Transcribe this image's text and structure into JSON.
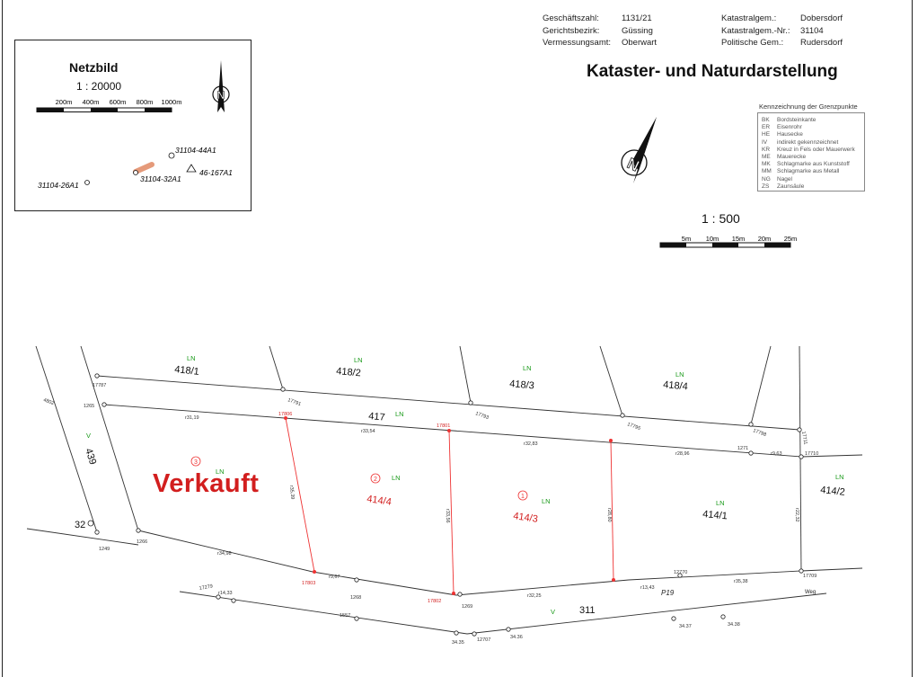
{
  "header": {
    "left": [
      {
        "label": "Geschäftszahl:",
        "value": "1131/21"
      },
      {
        "label": "Gerichtsbezirk:",
        "value": "Güssing"
      },
      {
        "label": "Vermessungsamt:",
        "value": "Oberwart"
      }
    ],
    "right": [
      {
        "label": "Katastralgem.:",
        "value": "Dobersdorf"
      },
      {
        "label": "Katastralgem.-Nr.:",
        "value": "31104"
      },
      {
        "label": "Politische Gem.:",
        "value": "Rudersdorf"
      }
    ]
  },
  "title": "Kataster- und Naturdarstellung",
  "netzbild": {
    "title": "Netzbild",
    "scale": "1 : 20000",
    "scale_ticks": [
      "200m",
      "400m",
      "600m",
      "800m",
      "1000m"
    ],
    "points": [
      "31104-44A1",
      "46-167A1",
      "31104-32A1",
      "31104-26A1"
    ]
  },
  "north_letter": "N",
  "legend": {
    "title": "Kennzeichnung der Grenzpunkte",
    "items": [
      {
        "code": "BK",
        "text": "Bordsteinkante"
      },
      {
        "code": "ER",
        "text": "Eisenrohr"
      },
      {
        "code": "HE",
        "text": "Hausecke"
      },
      {
        "code": "IV",
        "text": "indirekt gekennzeichnet"
      },
      {
        "code": "KR",
        "text": "Kreuz in Fels oder Mauerwerk"
      },
      {
        "code": "ME",
        "text": "Mauerecke"
      },
      {
        "code": "MK",
        "text": "Schlagmarke aus Kunststoff"
      },
      {
        "code": "MM",
        "text": "Schlagmarke aus Metall"
      },
      {
        "code": "NG",
        "text": "Nagel"
      },
      {
        "code": "ZS",
        "text": "Zaunsäule"
      }
    ]
  },
  "main_scale": {
    "label": "1 : 500",
    "ticks": [
      "5m",
      "10m",
      "15m",
      "20m",
      "25m"
    ]
  },
  "stamp": "Verkauft",
  "map": {
    "parcels": [
      "418/1",
      "418/2",
      "418/3",
      "418/4",
      "417",
      "439",
      "414/4",
      "414/3",
      "414/1",
      "414/2",
      "311",
      "32"
    ],
    "use_codes": [
      "LN",
      "LN",
      "LN",
      "LN",
      "LN",
      "LN",
      "LN",
      "LN",
      "LN",
      "LN",
      "V",
      "V"
    ],
    "lot_numbers": [
      "3",
      "2",
      "1"
    ],
    "points": [
      "4802",
      "1265",
      "17787",
      "17791",
      "17793",
      "17795",
      "17798",
      "17711",
      "17710",
      "1271",
      "17709",
      "1249",
      "1266",
      "1268",
      "1269",
      "12770",
      "17279",
      "1557",
      "34.35",
      "12707",
      "34.36",
      "34.37",
      "34.38",
      "17806",
      "17801",
      "17802",
      "17803"
    ],
    "measurements": [
      "r31,19",
      "r33,54",
      "r32,83",
      "r28,96",
      "r9,63",
      "r34,98",
      "r9,67",
      "r32,25",
      "r13,43",
      "r35,38",
      "r14,33",
      "r35,39",
      "r33,56",
      "r28,80",
      "r22,32"
    ],
    "road_labels": [
      "P19",
      "Weg"
    ]
  }
}
